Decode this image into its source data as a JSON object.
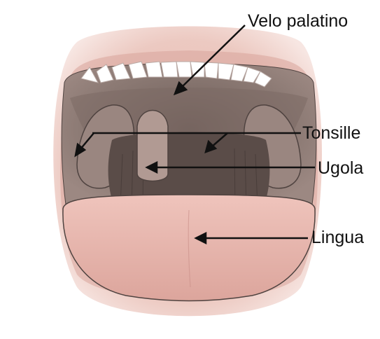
{
  "diagram": {
    "labels": {
      "velo_palatino": "Velo palatino",
      "tonsille": "Tonsille",
      "ugola": "Ugola",
      "lingua": "Lingua"
    },
    "colors": {
      "lips": "#e9c3bb",
      "lips_inner": "#d9a79e",
      "oral_cavity": "#8e7a73",
      "throat_dark": "#4f4340",
      "tongue": "#e6b5ad",
      "teeth": "#ffffff",
      "leader_line": "#111111"
    }
  }
}
